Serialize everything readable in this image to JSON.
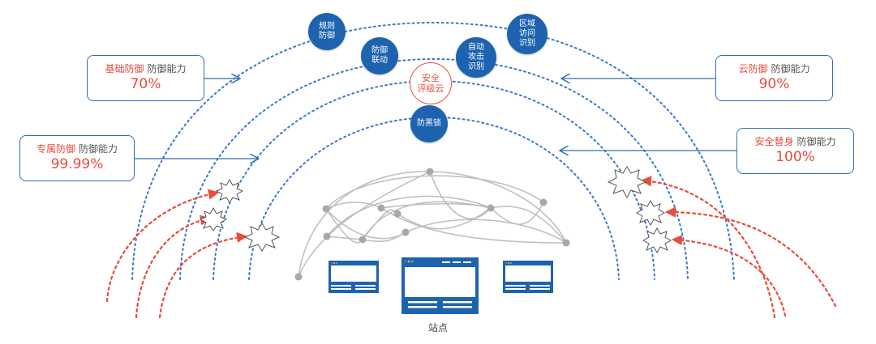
{
  "nodes": {
    "rules_defense": "规则\n防御",
    "linked_defense": "防御\n联动",
    "auto_attack_identify": "自动\n攻击\n识别",
    "region_access_identify": "区域\n访问\n识别",
    "security_cloud": "安全\n评级云",
    "anti_hacker_lock": "防黑锁"
  },
  "labels": {
    "basic": {
      "name": "基础防御",
      "caption": "防御能力",
      "percent": "70%"
    },
    "dedicated": {
      "name": "专属防御",
      "caption": "防御能力",
      "percent": "99.99%"
    },
    "cloud": {
      "name": "云防御",
      "caption": "防御能力",
      "percent": "90%"
    },
    "substitute": {
      "name": "安全替身",
      "caption": "防御能力",
      "percent": "100%"
    }
  },
  "site_label": "站点",
  "colors": {
    "primary_blue": "#1d63b0",
    "arc_blue": "#3a78c9",
    "attack_red": "#e84c3d",
    "network_gray": "#b5b5b5"
  },
  "icons": [
    "explosion-icon",
    "browser-window-icon"
  ]
}
